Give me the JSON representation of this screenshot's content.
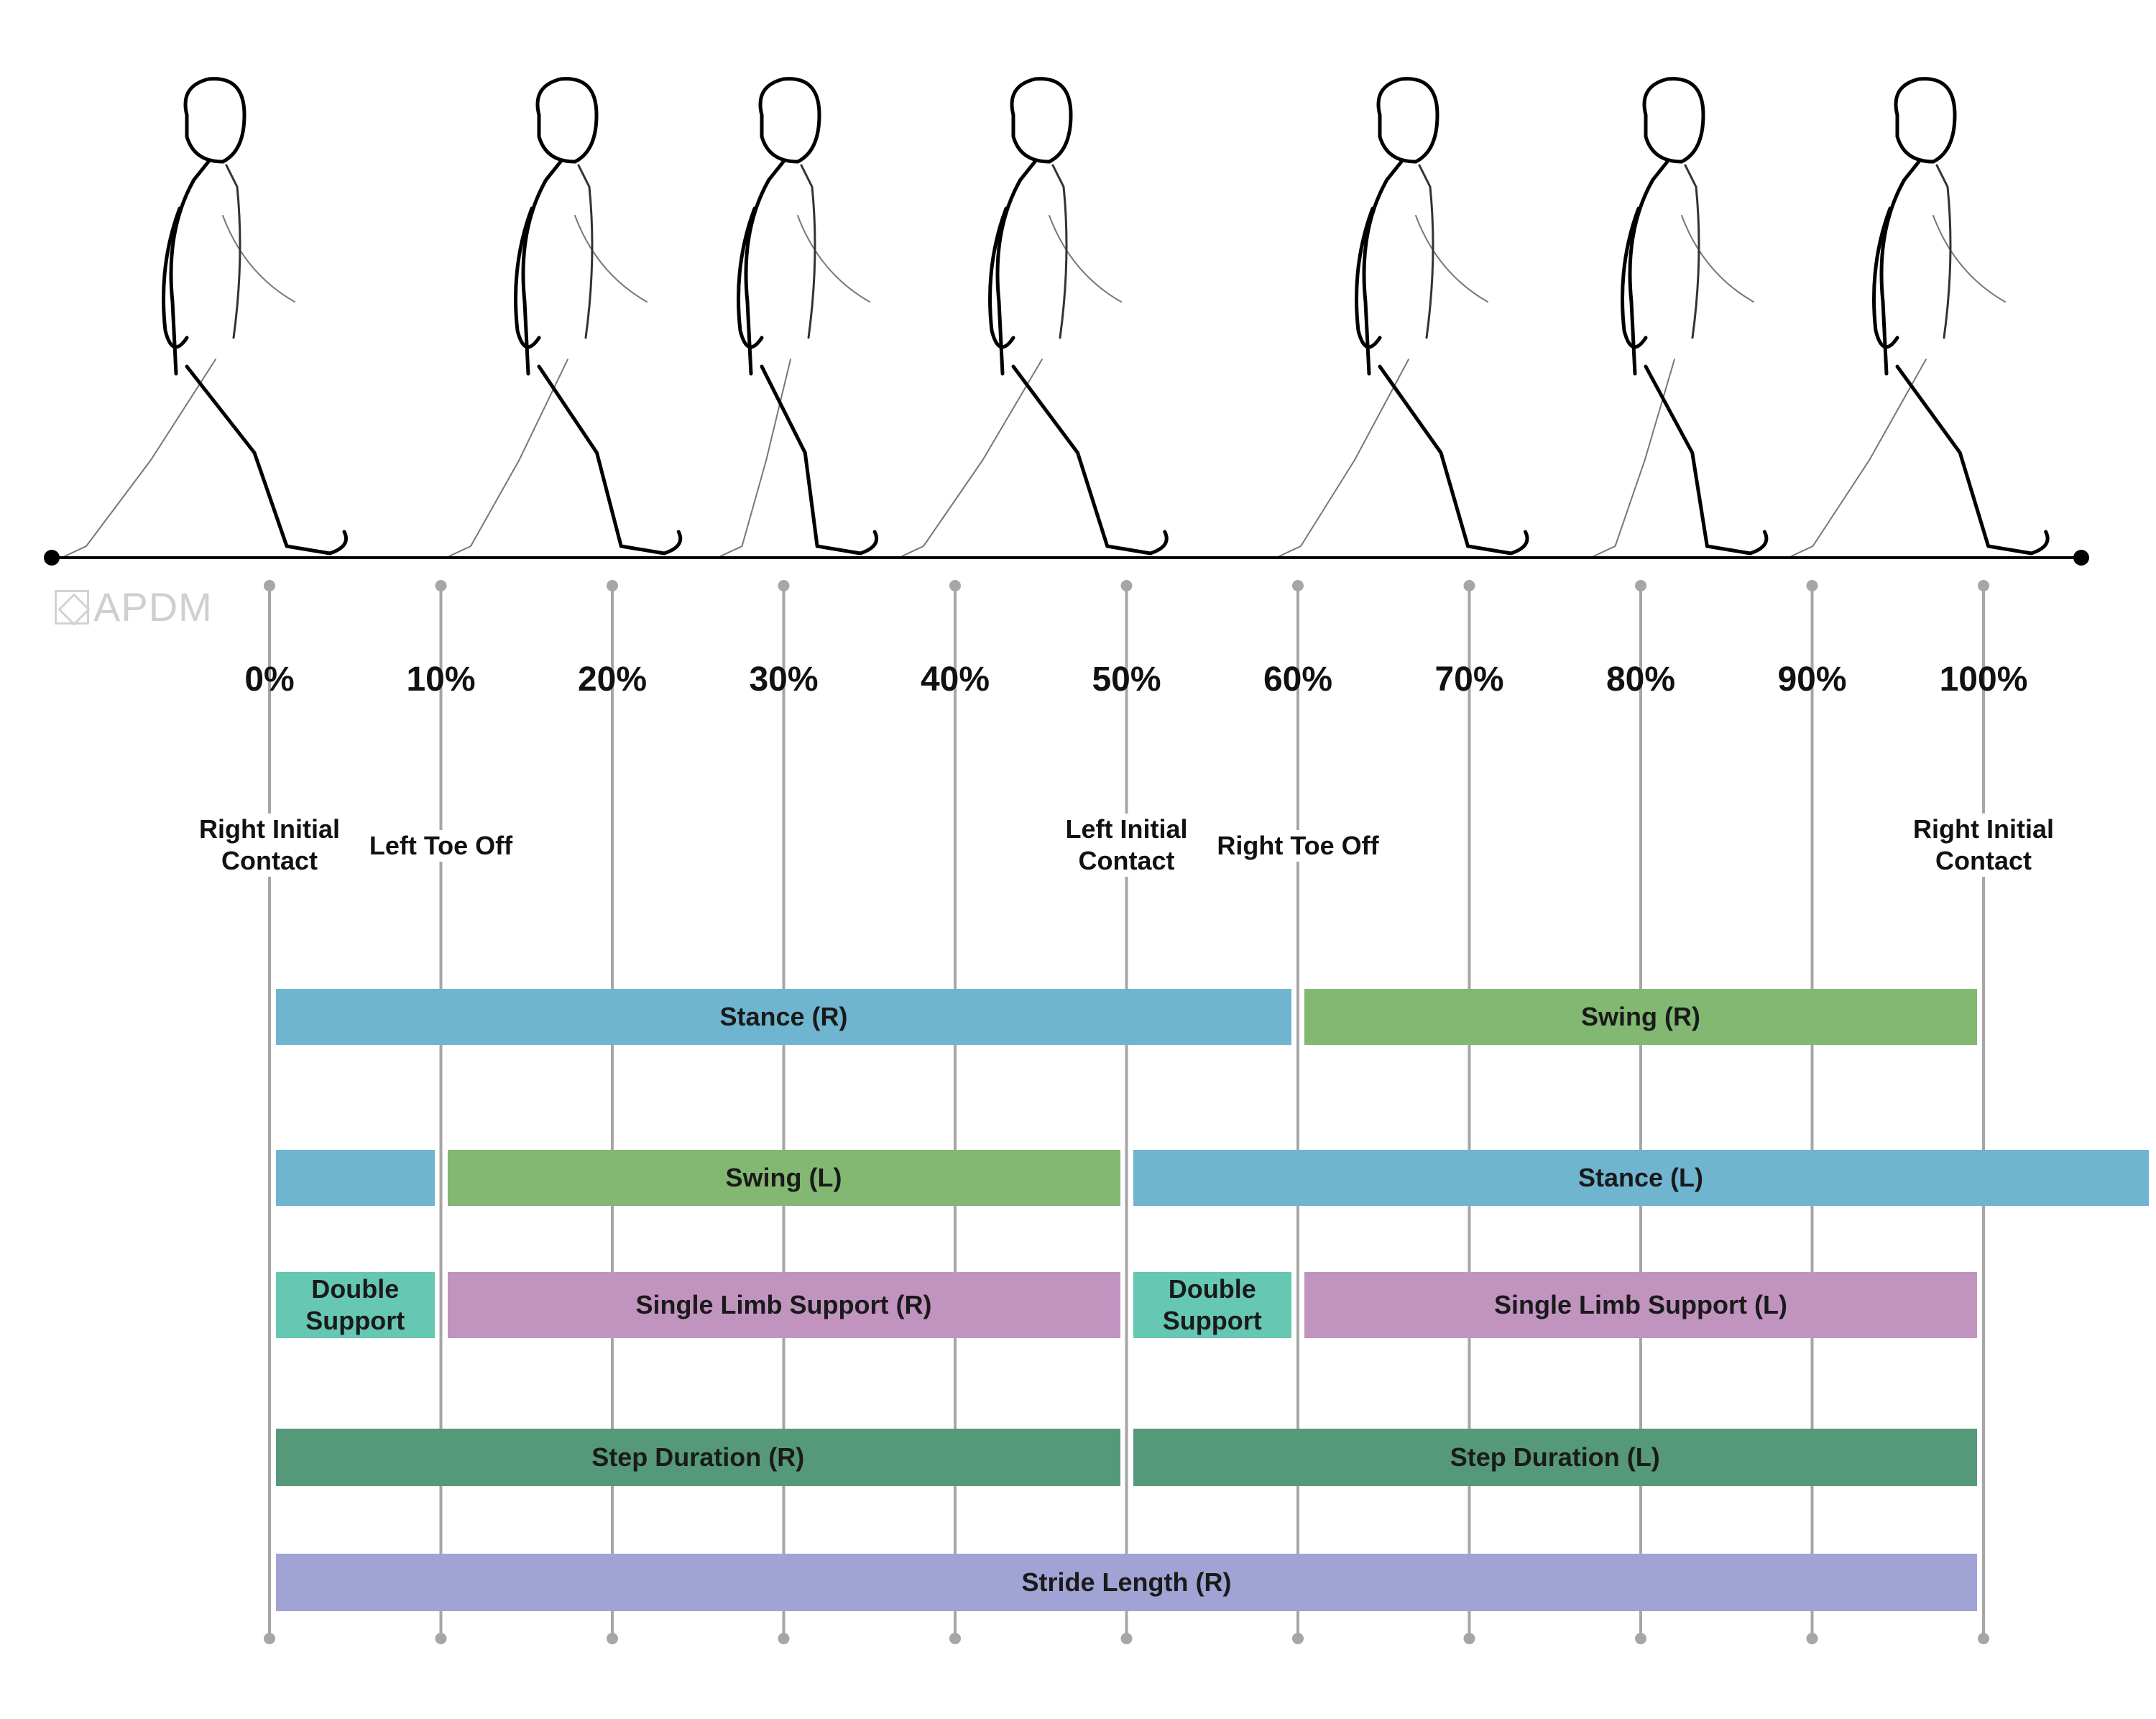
{
  "logo": {
    "text": "APDM"
  },
  "ticks": [
    "0%",
    "10%",
    "20%",
    "30%",
    "40%",
    "50%",
    "60%",
    "70%",
    "80%",
    "90%",
    "100%"
  ],
  "events": [
    {
      "id": "right-initial-contact-start",
      "at": 0,
      "lines": [
        "Right Initial",
        "Contact"
      ]
    },
    {
      "id": "left-toe-off",
      "at": 10,
      "lines": [
        "Left Toe Off"
      ]
    },
    {
      "id": "left-initial-contact",
      "at": 50,
      "lines": [
        "Left Initial",
        "Contact"
      ]
    },
    {
      "id": "right-toe-off",
      "at": 60,
      "lines": [
        "Right Toe Off"
      ]
    },
    {
      "id": "right-initial-contact-end",
      "at": 100,
      "lines": [
        "Right Initial",
        "Contact"
      ]
    }
  ],
  "colors": {
    "stance": "#6fb5d0",
    "swing": "#82b872",
    "double_support": "#66c7b3",
    "single_limb_support": "#c194c0",
    "step_duration": "#56997a",
    "stride": "#a0a3d4",
    "gridline": "#a6a6a6",
    "axis": "#000000"
  },
  "bars": [
    {
      "id": "stance-right",
      "row": 0,
      "start": 0,
      "end": 60,
      "color": "stance",
      "lines": [
        "Stance (R)"
      ]
    },
    {
      "id": "swing-right",
      "row": 0,
      "start": 60,
      "end": 100,
      "color": "swing",
      "lines": [
        "Swing (R)"
      ]
    },
    {
      "id": "stance-left-early",
      "row": 1,
      "start": 0,
      "end": 10,
      "color": "stance",
      "lines": []
    },
    {
      "id": "swing-left",
      "row": 1,
      "start": 10,
      "end": 50,
      "color": "swing",
      "lines": [
        "Swing (L)"
      ]
    },
    {
      "id": "stance-left",
      "row": 1,
      "start": 50,
      "end": 110,
      "color": "stance",
      "lines": [
        "Stance (L)"
      ]
    },
    {
      "id": "double-support-1",
      "row": 2,
      "start": 0,
      "end": 10,
      "color": "double_support",
      "lines": [
        "Double",
        "Support"
      ]
    },
    {
      "id": "single-limb-support-right",
      "row": 2,
      "start": 10,
      "end": 50,
      "color": "single_limb_support",
      "lines": [
        "Single Limb Support (R)"
      ]
    },
    {
      "id": "double-support-2",
      "row": 2,
      "start": 50,
      "end": 60,
      "color": "double_support",
      "lines": [
        "Double",
        "Support"
      ]
    },
    {
      "id": "single-limb-support-left",
      "row": 2,
      "start": 60,
      "end": 100,
      "color": "single_limb_support",
      "lines": [
        "Single Limb Support (L)"
      ]
    },
    {
      "id": "step-duration-right",
      "row": 3,
      "start": 0,
      "end": 50,
      "color": "step_duration",
      "lines": [
        "Step Duration (R)"
      ]
    },
    {
      "id": "step-duration-left",
      "row": 3,
      "start": 50,
      "end": 100,
      "color": "step_duration",
      "lines": [
        "Step Duration (L)"
      ]
    },
    {
      "id": "stride-length-right",
      "row": 4,
      "start": 0,
      "end": 100,
      "color": "stride",
      "lines": [
        "Stride Length (R)"
      ]
    }
  ],
  "figures": [
    "walker-icon",
    "walker-icon",
    "walker-icon",
    "walker-icon",
    "walker-icon",
    "walker-icon",
    "walker-icon"
  ]
}
